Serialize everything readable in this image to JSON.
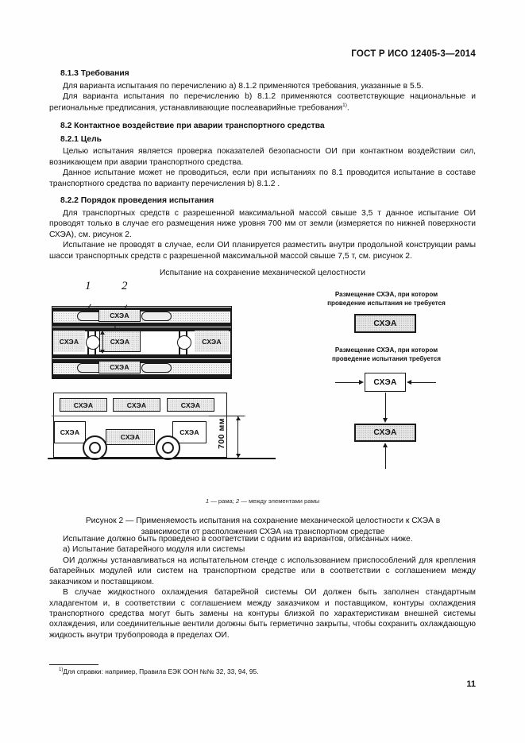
{
  "document": {
    "standard_header": "ГОСТ Р ИСО 12405-3—2014",
    "page_number": "11"
  },
  "sections": {
    "s813_heading": "8.1.3 Требования",
    "s813_p1": "Для варианта испытания по перечислению a) 8.1.2 применяются требования, указанные в 5.5.",
    "s813_p2": "Для варианта испытания по перечислению b) 8.1.2 применяются соответствующие национальные и региональные предписания, устанавливающие послеаварийные требования",
    "s813_p2_footnote_marker": "1)",
    "s813_p2_tail": ".",
    "s82_heading": "8.2 Контактное воздействие при аварии транспортного средства",
    "s821_heading": "8.2.1 Цель",
    "s821_p1": "Целью испытания является проверка показателей безопасности ОИ при контактном воздействии сил, возникающем при аварии транспортного средства.",
    "s821_p2": "Данное испытание может не проводиться, если при испытаниях по 8.1 проводится испытание в составе транспортного средства по варианту перечисления b) 8.1.2 .",
    "s822_heading": "8.2.2 Порядок проведения испытания",
    "s822_p1": "Для транспортных средств с разрешенной максимальной массой свыше 3,5 т данное испытание ОИ проводят только в случае его размещения ниже уровня 700 мм от земли (измеряется по нижней поверхности СХЭА), см. рисунок 2.",
    "s822_p2": "Испытание не проводят в случае, если ОИ планируется разместить внутри продольной конструкции рамы шасси транспортных средств с разрешенной максимальной массой свыше 7,5 т, см. рисунок 2."
  },
  "figure": {
    "title": "Испытание на сохранение механической целостности",
    "box_label": "СХЭА",
    "callout_1": "1",
    "callout_2": "2",
    "dimension": "700 мм",
    "legend_not_required": "Размещение СХЭА, при котором\nпроведение испытания не требуется",
    "legend_required": "Размещение СХЭА, при котором\nпроведение испытания требуется",
    "legend_not_required_l1": "Размещение СХЭА, при котором",
    "legend_not_required_l2": "проведение испытания не требуется",
    "legend_required_l1": "Размещение СХЭА, при котором",
    "legend_required_l2": "проведение испытания требуется",
    "key_line_1": "1",
    "key_line_1_text": " — рама; ",
    "key_line_2": "2",
    "key_line_2_text": " — между элементами рамы",
    "caption": "Рисунок 2 — Применяемость испытания на сохранение механической целостности к СХЭА в зависимости от расположения СХЭА на транспортном средстве"
  },
  "lower_text": {
    "p1": "Испытание должно быть проведено в соответствии с одним из вариантов, описанных ниже.",
    "p2": "a) Испытание батарейного модуля или системы",
    "p3": "ОИ должны устанавливаться на испытательном стенде с использованием приспособлений для крепления батарейных модулей или систем на транспортном средстве или в соответствии с соглашением между заказчиком и поставщиком.",
    "p4": "В случае жидкостного охлаждения батарейной системы ОИ должен быть заполнен стандартным хладагентом и, в соответствии с соглашением между заказчиком и поставщиком, контуры охлаждения транспортного средства могут быть замены на контуры близкой по характеристикам внешней системы охлаждения, или соединительные вентили должны быть герметично закрыты, чтобы сохранить охлаждающую жидкость внутри трубопровода в пределах ОИ."
  },
  "footnote": {
    "marker": "1)",
    "text": "Для справки: например, Правила ЕЭК ООН №№ 32, 33, 94, 95."
  },
  "colors": {
    "ink": "#111111",
    "line": "#1a1a1a",
    "shade": "#e6e6e6",
    "paper": "#fefefe"
  }
}
